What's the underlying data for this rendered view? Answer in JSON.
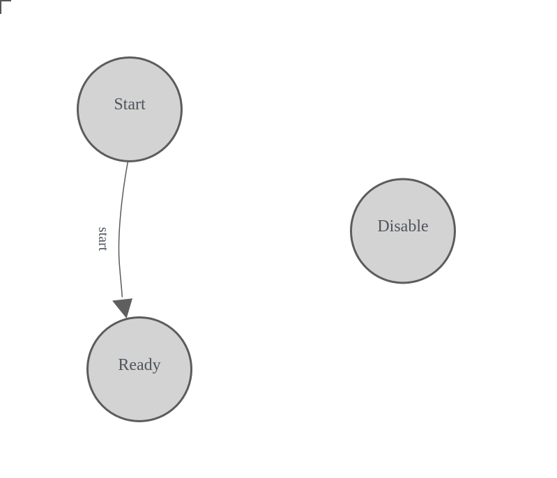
{
  "app": {
    "view": "state-diagram-canvas",
    "background_color": "#ffffff"
  },
  "nodes": [
    {
      "id": "start",
      "label": "Start"
    },
    {
      "id": "ready",
      "label": "Ready"
    },
    {
      "id": "disable",
      "label": "Disable"
    }
  ],
  "edges": [
    {
      "from": "Start",
      "to": "Ready",
      "label": "start",
      "arrowhead": "filled-triangle"
    }
  ],
  "icons": {
    "origin_corner": "canvas-origin-corner-mark"
  },
  "colors": {
    "node_fill": "#d3d3d3",
    "node_stroke": "#5c5c5c",
    "node_label_text": "#50555c",
    "edge_stroke": "#5a5a5a",
    "arrowhead_fill": "#5f5f5f",
    "edge_label_text": "#4d5461",
    "corner_mark": "#565656"
  }
}
